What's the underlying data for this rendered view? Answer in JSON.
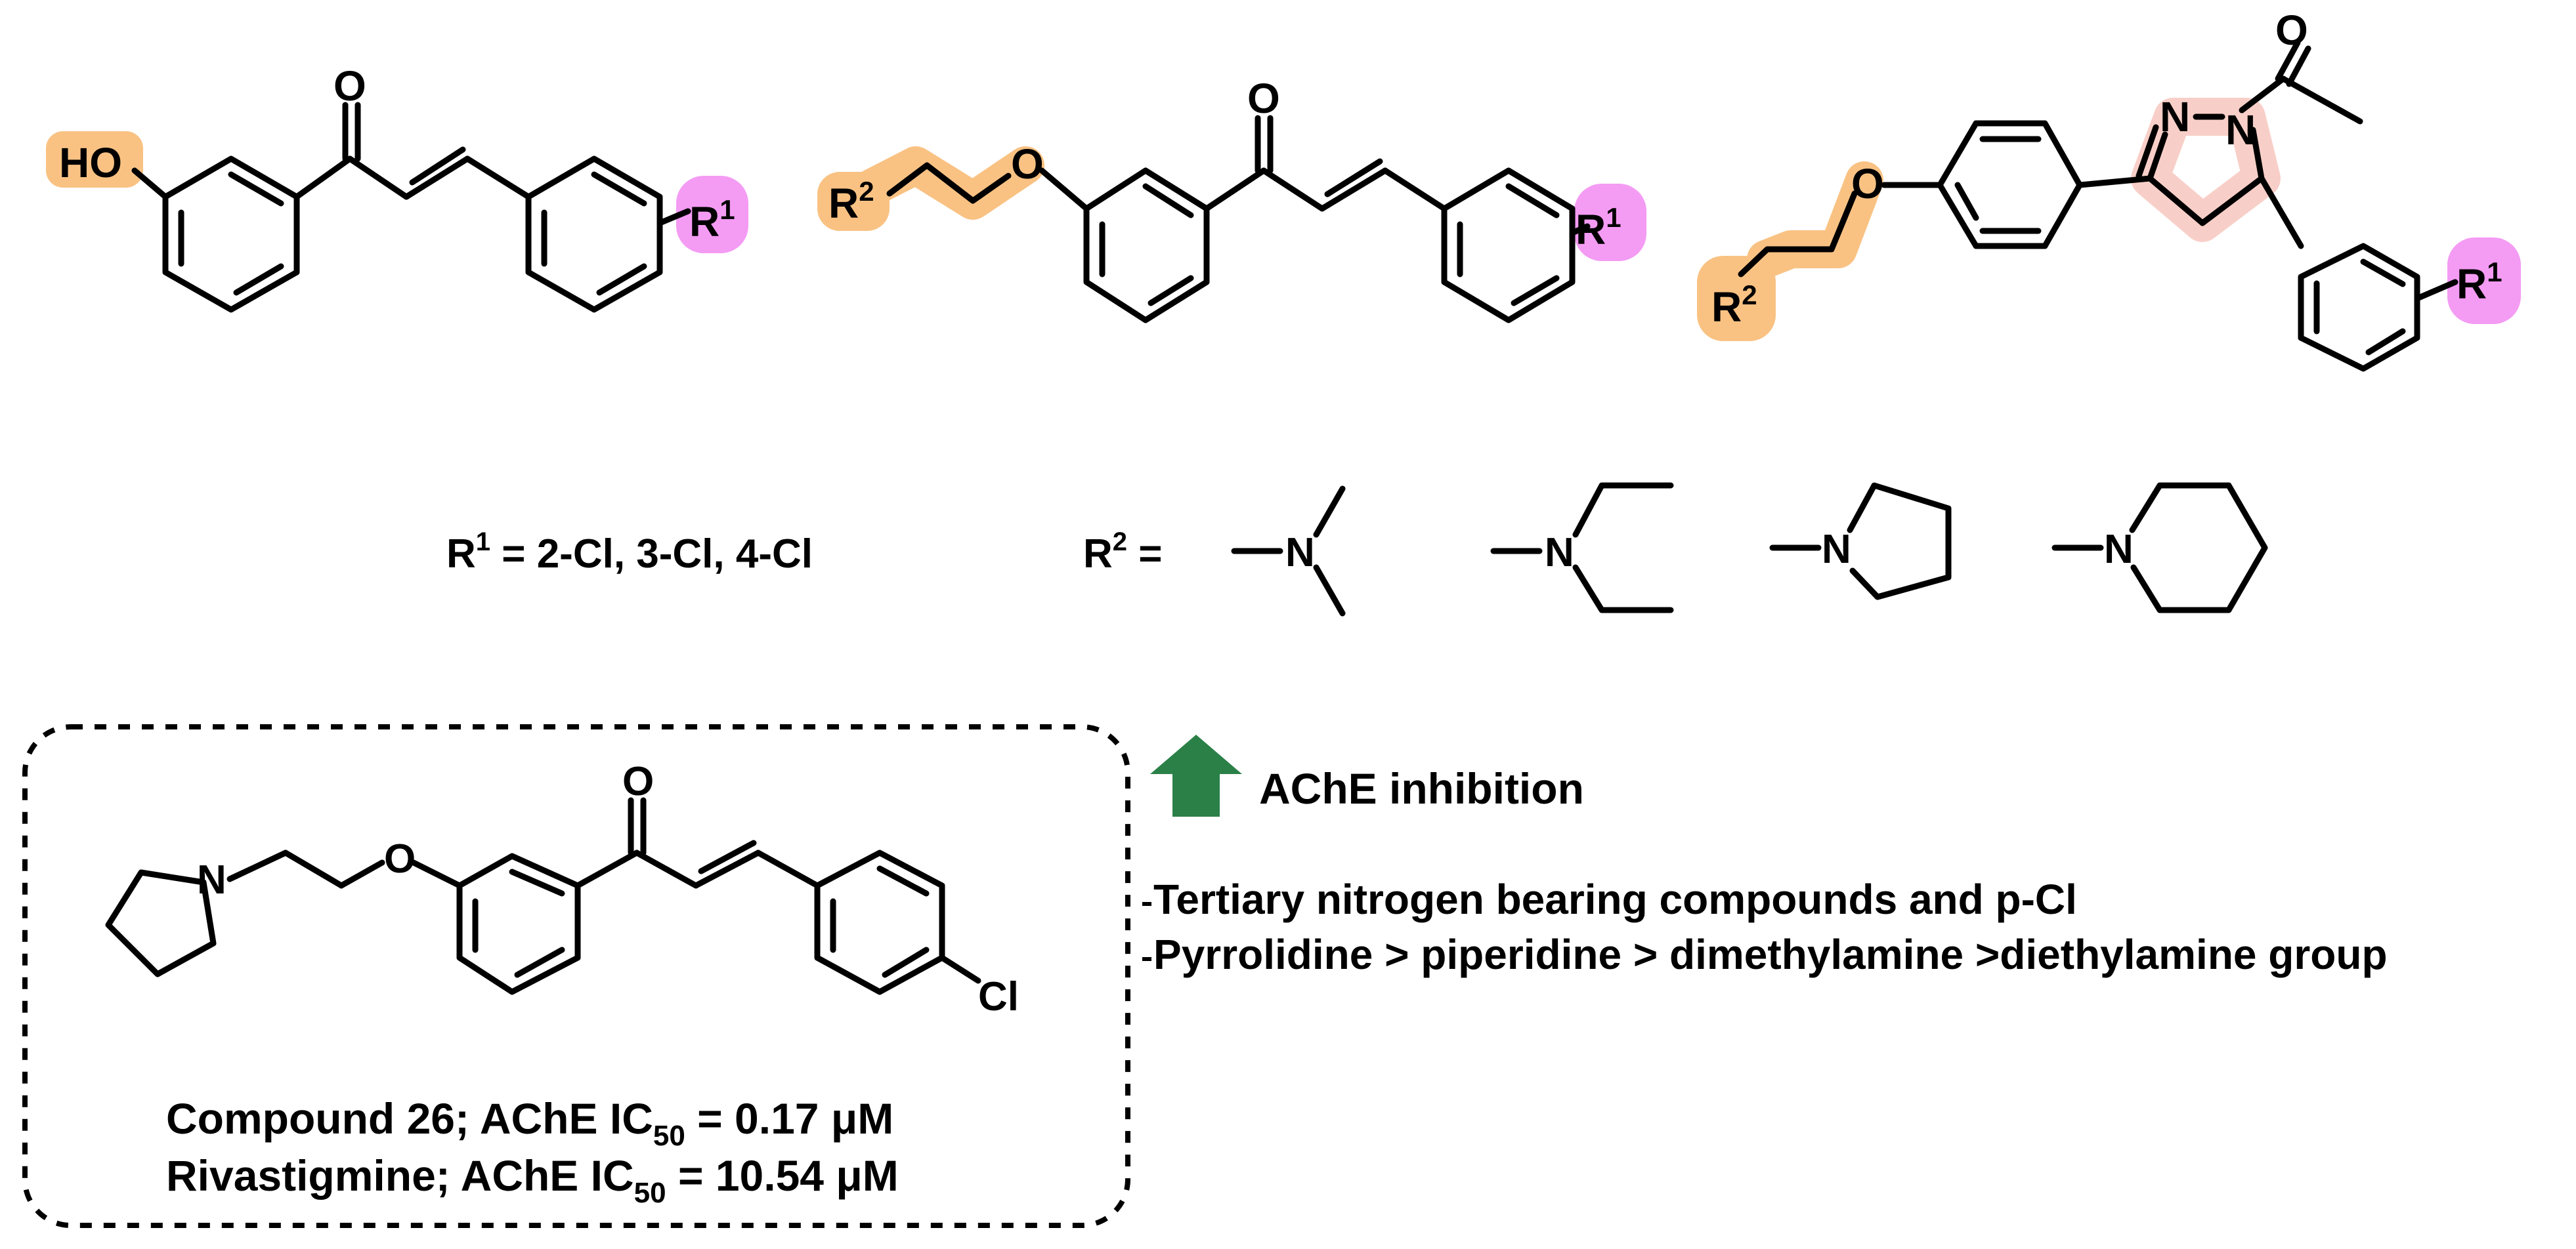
{
  "colors": {
    "orange_highlight": "#f9c283",
    "magenta_highlight": "#f49bf4",
    "pink_highlight": "#f8cfc8",
    "arrow_green": "#2b8048",
    "ink": "#000000"
  },
  "structures": {
    "s1": {
      "hydroxyl": "HO",
      "oxygen": "O",
      "r_group": "R",
      "r_sup": "1"
    },
    "s2": {
      "r2_group": "R",
      "r2_sup": "2",
      "ether_oxygen": "O",
      "carbonyl_oxygen": "O",
      "r_group": "R",
      "r_sup": "1"
    },
    "s3": {
      "ether_oxygen": "O",
      "r2_group": "R",
      "r2_sup": "2",
      "pyrazole_n1": "N",
      "pyrazole_n2": "N",
      "acetyl_oxygen": "O",
      "r_group": "R",
      "r_sup": "1"
    }
  },
  "substituents": {
    "r1_label": "R",
    "r1_sup": "1",
    "r1_values": " = 2-Cl, 3-Cl, 4-Cl",
    "r2_label": "R",
    "r2_sup": "2",
    "r2_eq": " =",
    "amine_n": "N"
  },
  "legend": {
    "title": "AChE inhibition",
    "point_1": "Tertiary  nitrogen bearing compounds and p-Cl",
    "point_2": "Pyrrolidine > piperidine > dimethylamine >diethylamine group"
  },
  "lead": {
    "amine_n": "N",
    "ether_oxygen": "O",
    "carbonyl_oxygen": "O",
    "chloro": "Cl",
    "line1_prefix": "Compound 26;  AChE IC",
    "line1_sub": "50",
    "line1_suffix": " = 0.17 μM",
    "line2_prefix": "Rivastigmine; AChE IC",
    "line2_sub": "50",
    "line2_suffix": " = 10.54 μM"
  }
}
